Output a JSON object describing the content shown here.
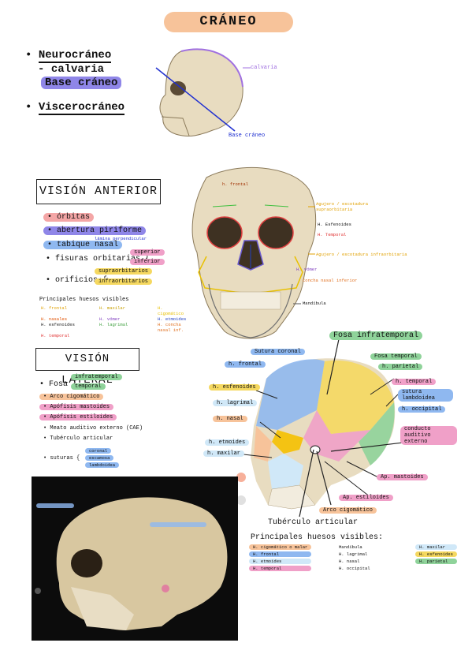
{
  "title": "CRÁNEO",
  "top": {
    "neuro": "Neurocráneo",
    "calvaria": "calvaria",
    "base": "Base cráneo",
    "viscero": "Viscerocráneo",
    "label_calvaria": "calvaria",
    "label_base": "Base cráneo"
  },
  "anterior": {
    "heading": "VISIÓN ANTERIOR",
    "orbitas": "órbitas",
    "apertura": "abertura piriforme",
    "lamina": "lámina perpendicular",
    "tabique": "tabique nasal",
    "fisuras": "fisuras orbitarias",
    "superior": "superior",
    "inferior": "inferior",
    "orificios": "orificios",
    "supraorbitarios": "supraorbitarios",
    "infraorbitarios": "infraorbitarios",
    "bones_title": "Principales huesos visibles",
    "bones": [
      {
        "text": "H. frontal",
        "color": "#e0a000"
      },
      {
        "text": "H. maxilar",
        "color": "#c8a000"
      },
      {
        "text": "H. cigomático",
        "color": "#e8c000"
      },
      {
        "text": "H. nasales",
        "color": "#e05000"
      },
      {
        "text": "H. vómer",
        "color": "#8040c0"
      },
      {
        "text": "H. etmoides",
        "color": "#2040c0"
      },
      {
        "text": "H. esfenoides",
        "color": "#202020"
      },
      {
        "text": "H. lagrimal",
        "color": "#40a040"
      },
      {
        "text": "H. concha nasal inf.",
        "color": "#e07020"
      },
      {
        "text": "H. temporal",
        "color": "#e03030"
      }
    ],
    "labels": {
      "frontal": "h. frontal",
      "agujero_sup": "Agujero / escotadura supraorbitaria",
      "esfenoides": "H. Esfenoides",
      "temporal": "H. Temporal",
      "agujero_inf": "Agujero / escotadura infraorbitaria",
      "vomer": "H. vómer",
      "concha": "Concha nasal inferior",
      "mandibula": "Mandíbula"
    }
  },
  "lateral": {
    "heading": "VISIÓN LATERAL",
    "fosa": "Fosa",
    "infratemporal": "infratemporal",
    "temporal": "temporal",
    "arco": "Arco cigomático",
    "mastoides": "Apófisis mastoides",
    "estiloides": "Apófisis estiloides",
    "meato": "Meato auditivo externo (CAE)",
    "tuberculo": "Tubérculo articular",
    "suturas": "suturas",
    "coronal": "coronal",
    "escamosa": "escamosa",
    "lambdoidea": "lambdoidea",
    "labels": {
      "fosa_infra": "Fosa infratemporal",
      "sutura_coronal": "Sutura coronal",
      "fosa_temporal": "Fosa temporal",
      "h_frontal": "h. frontal",
      "h_parietal": "h. parietal",
      "h_esfenoides": "h. esfenoides",
      "h_temporal": "h. temporal",
      "sutura_lambdoidea": "sutura lambdoidea",
      "h_lagrimal": "h. lagrimal",
      "h_occipital": "h. occipital",
      "h_nasal": "h. nasal",
      "conducto": "conducto auditivo externo",
      "h_etmoides": "h. etmoides",
      "h_maxilar": "h. maxilar",
      "ap_mastoides": "Ap. mastoides",
      "ap_estiloides": "Ap. estiloides",
      "arco": "Arco cigomático",
      "tuberculo": "Tubérculo articular"
    },
    "bones_title": "Principales huesos visibles:",
    "bones_col1": [
      "H. cigomático o malar",
      "H. frontal",
      "H. etmoides",
      "H. temporal"
    ],
    "bones_col2": [
      "Mandíbula",
      "H. lagrimal",
      "H. nasal",
      "H. occipital"
    ],
    "bones_col3": [
      "H. maxilar",
      "H. esfenoides",
      "H. parietal"
    ]
  },
  "colors": {
    "peach": "#f7c39a",
    "purple": "#7b6fd6",
    "pink": "#f0a0c8",
    "yellow": "#f5d860",
    "green": "#8fd39a",
    "blue": "#8fb8f0",
    "salmon": "#f4a6a6",
    "bone": "#e8dcc0"
  }
}
